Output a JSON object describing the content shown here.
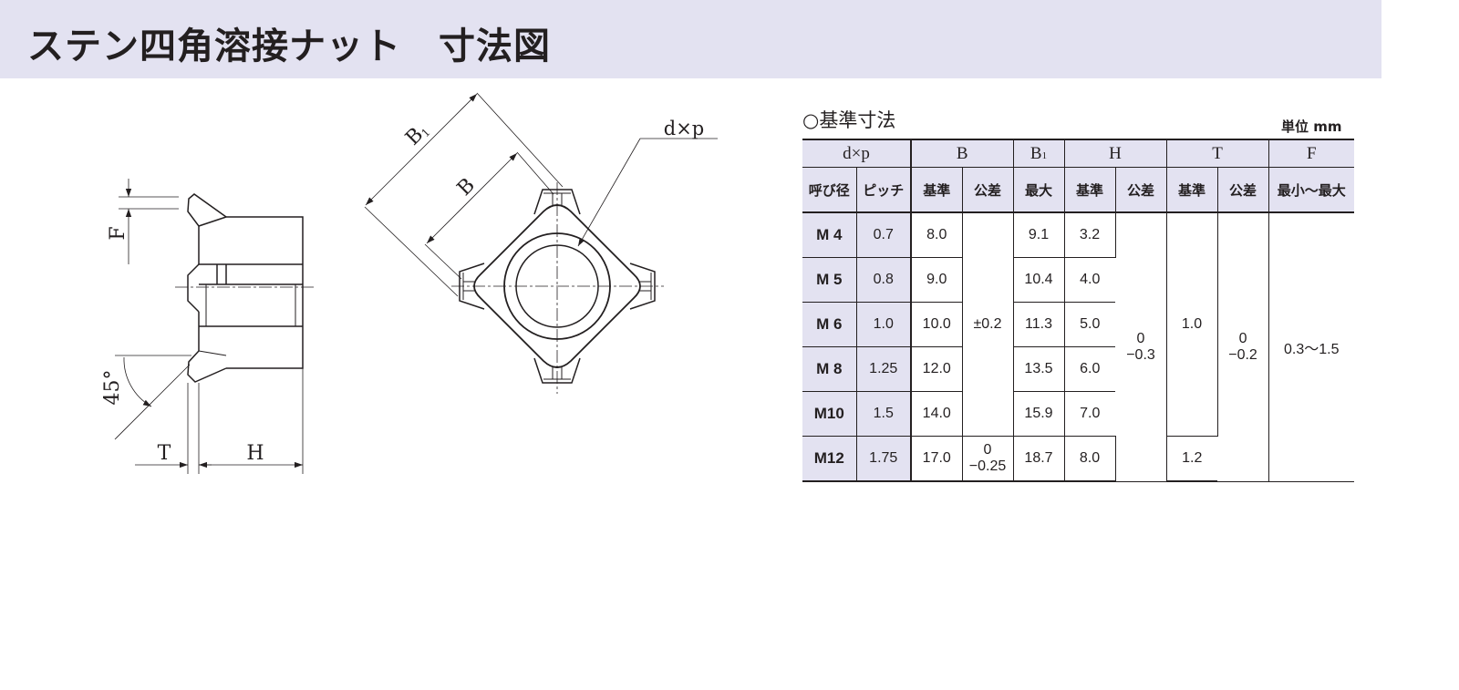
{
  "header": {
    "title": "ステン四角溶接ナット　寸法図"
  },
  "diagram": {
    "side_labels": {
      "f": "F",
      "t": "T",
      "h": "H",
      "angle": "45°"
    },
    "top_labels": {
      "b1_main": "B",
      "b1_sub": "1",
      "b": "B",
      "dxp": "d×p"
    }
  },
  "table": {
    "heading": "○基準寸法",
    "unit": "単位 mm",
    "group_headers": [
      "d×p",
      "B",
      "B",
      "H",
      "T",
      "F"
    ],
    "b1_sub": "1",
    "sub_headers": [
      "呼び径",
      "ピッチ",
      "基準",
      "公差",
      "最大",
      "基準",
      "公差",
      "基準",
      "公差",
      "最小～最大"
    ],
    "rows": [
      {
        "size": "M 4",
        "pitch": "0.7",
        "b": "8.0",
        "b1": "9.1",
        "h": "3.2"
      },
      {
        "size": "M 5",
        "pitch": "0.8",
        "b": "9.0",
        "b1": "10.4",
        "h": "4.0"
      },
      {
        "size": "M 6",
        "pitch": "1.0",
        "b": "10.0",
        "b1": "11.3",
        "h": "5.0"
      },
      {
        "size": "M 8",
        "pitch": "1.25",
        "b": "12.0",
        "b1": "13.5",
        "h": "6.0"
      },
      {
        "size": "M10",
        "pitch": "1.5",
        "b": "14.0",
        "b1": "15.9",
        "h": "7.0"
      },
      {
        "size": "M12",
        "pitch": "1.75",
        "b": "17.0",
        "b1": "18.7",
        "h": "8.0"
      }
    ],
    "b_tol_common": "±0.2",
    "b_tol_m12": {
      "upper": "0",
      "lower": "−0.25"
    },
    "h_tol": {
      "upper": "0",
      "lower": "−0.3"
    },
    "t_common": "1.0",
    "t_m12": "1.2",
    "t_tol": {
      "upper": "0",
      "lower": "−0.2"
    },
    "f_range": "0.3～1.5"
  }
}
